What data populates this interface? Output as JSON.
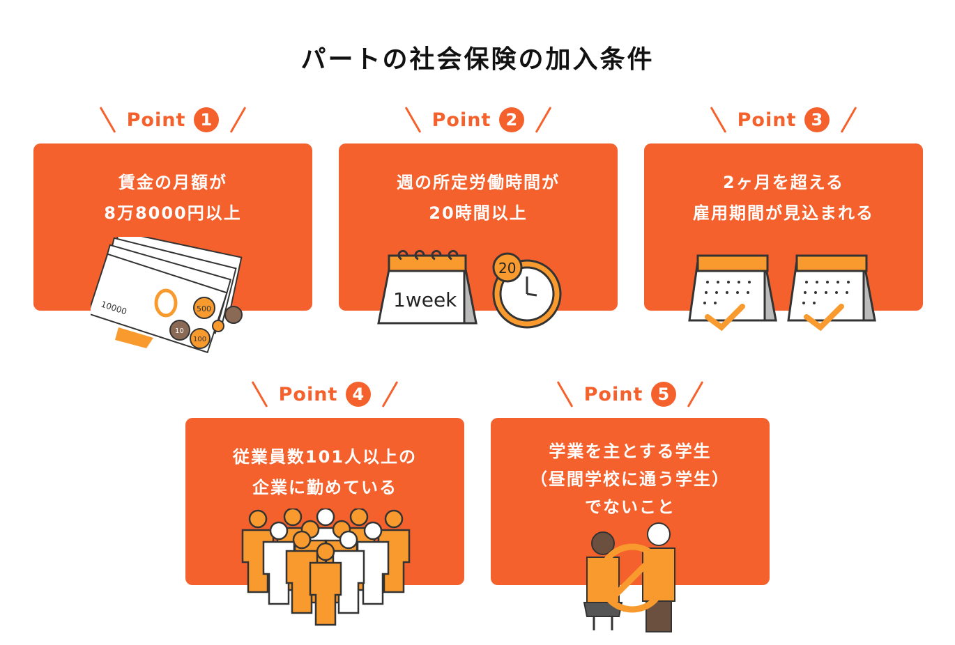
{
  "title": "パートの社会保険の加入条件",
  "point_label": "Point",
  "colors": {
    "accent": "#F5612C",
    "illustration_orange": "#F89A2E"
  },
  "points": [
    {
      "number": "1",
      "lines": [
        "賃金の月額が",
        "8万8000円以上"
      ],
      "icon": "money-icon"
    },
    {
      "number": "2",
      "lines": [
        "週の所定労働時間が",
        "20時間以上"
      ],
      "icon": "calendar-clock-icon",
      "calendar_text": "1week",
      "clock_text": "20"
    },
    {
      "number": "3",
      "lines": [
        "2ヶ月を超える",
        "雇用期間が見込まれる"
      ],
      "icon": "calendars-check-icon"
    },
    {
      "number": "4",
      "lines": [
        "従業員数101人以上の",
        "企業に勤めている"
      ],
      "icon": "people-crowd-icon"
    },
    {
      "number": "5",
      "lines": [
        "学業を主とする学生",
        "（昼間学校に通う学生）",
        "でないこと"
      ],
      "icon": "students-prohibited-icon"
    }
  ],
  "money_text": {
    "bill": "10000",
    "coin1": "500",
    "coin2": "100",
    "coin3": "10"
  }
}
